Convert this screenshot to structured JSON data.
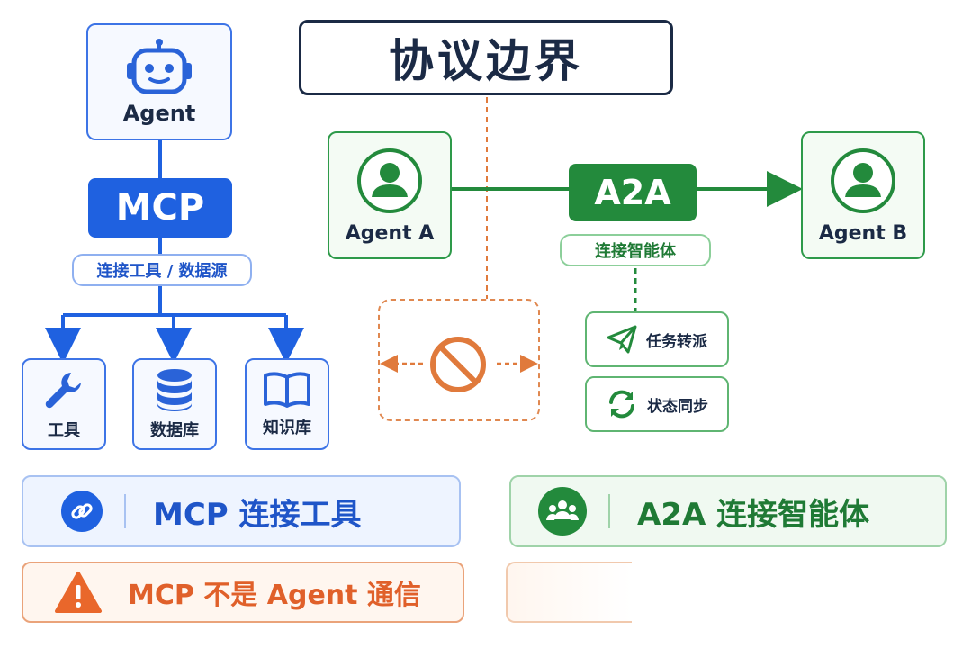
{
  "title": "协议边界",
  "mcp": {
    "agent_label": "Agent",
    "protocol_label": "MCP",
    "subtitle": "连接工具 / 数据源",
    "tools": [
      {
        "label": "工具",
        "icon": "wrench-icon"
      },
      {
        "label": "数据库",
        "icon": "database-icon"
      },
      {
        "label": "知识库",
        "icon": "book-icon"
      }
    ]
  },
  "a2a": {
    "agent_a_label": "Agent A",
    "agent_b_label": "Agent B",
    "protocol_label": "A2A",
    "subtitle": "连接智能体",
    "tasks": [
      {
        "label": "任务转派",
        "icon": "paper-plane-icon"
      },
      {
        "label": "状态同步",
        "icon": "sync-icon"
      }
    ]
  },
  "banners": {
    "mcp_text": "MCP 连接工具",
    "a2a_text": "A2A 连接智能体",
    "warning_text": "MCP 不是 Agent 通信"
  },
  "colors": {
    "mcp_blue": "#1f61e0",
    "a2a_green": "#238a3c",
    "boundary_orange": "#e07a3c",
    "text_dark": "#1b2a45"
  }
}
